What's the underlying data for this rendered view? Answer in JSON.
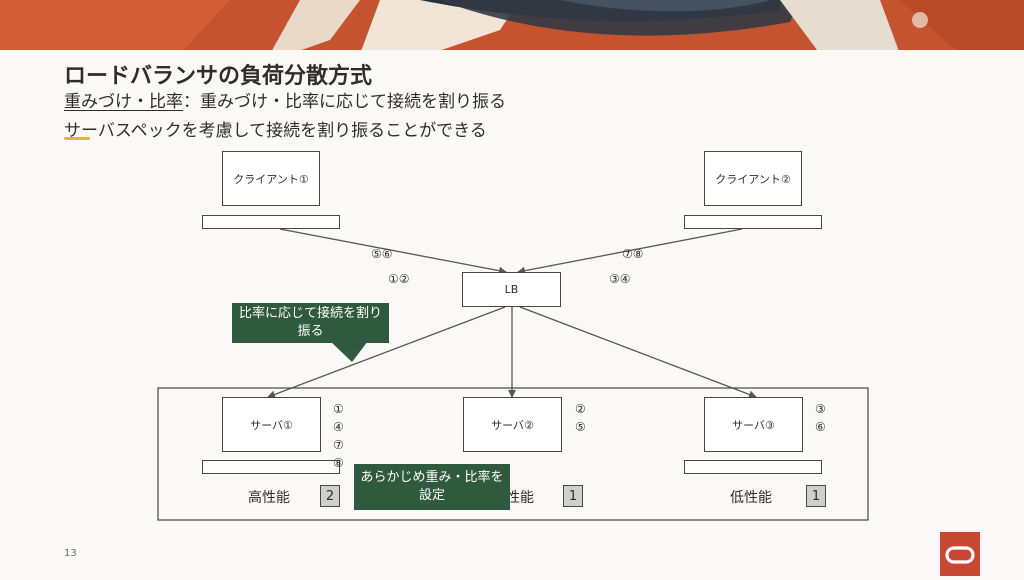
{
  "title": "ロードバランサの負荷分散方式",
  "line1": {
    "term": "重みづけ・比率",
    "rest": "：重みづけ・比率に応じて接続を割り振る"
  },
  "line2": "サーバスペックを考慮して接続を割り振ることができる",
  "clients": [
    {
      "label": "クライアント①"
    },
    {
      "label": "クライアント②"
    }
  ],
  "lb": {
    "label": "LB"
  },
  "client_order": {
    "c1_top": "⑤⑥",
    "c1_bottom": "①②",
    "c2_top": "⑦⑧",
    "c2_bottom": "③④"
  },
  "servers": [
    {
      "label": "サーバ①",
      "order": [
        "①",
        "④",
        "⑦",
        "⑧"
      ],
      "perf": "高性能",
      "weight": "2"
    },
    {
      "label": "サーバ②",
      "order": [
        "②",
        "⑤"
      ],
      "perf": "性能",
      "weight": "1"
    },
    {
      "label": "サーバ③",
      "order": [
        "③",
        "⑥"
      ],
      "perf": "低性能",
      "weight": "1"
    }
  ],
  "callouts": {
    "ratio": "比率に応じて接続を割り振る",
    "preset": "あらかじめ重み・比率を設定"
  },
  "page_number": "13",
  "colors": {
    "callout": "#2f5a3d",
    "accent": "#e0b53c",
    "banner": "#c74634",
    "logo": "#c74634"
  },
  "icons": {
    "logo": "oracle-logo-icon"
  }
}
